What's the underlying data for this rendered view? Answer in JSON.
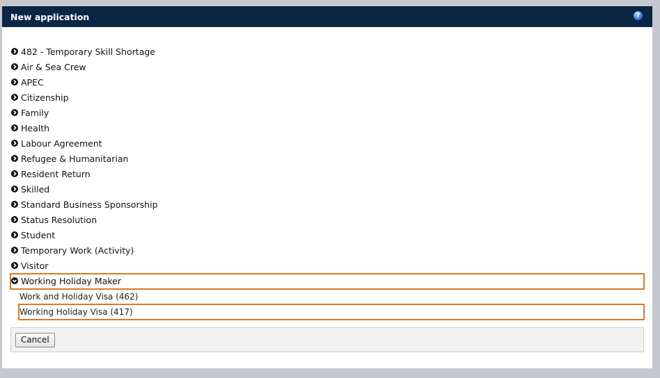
{
  "dialog": {
    "title": "New application",
    "help_icon": "?"
  },
  "categories": [
    {
      "label": "482 - Temporary Skill Shortage",
      "expanded": false
    },
    {
      "label": "Air & Sea Crew",
      "expanded": false
    },
    {
      "label": "APEC",
      "expanded": false
    },
    {
      "label": "Citizenship",
      "expanded": false
    },
    {
      "label": "Family",
      "expanded": false
    },
    {
      "label": "Health",
      "expanded": false
    },
    {
      "label": "Labour Agreement",
      "expanded": false
    },
    {
      "label": "Refugee & Humanitarian",
      "expanded": false
    },
    {
      "label": "Resident Return",
      "expanded": false
    },
    {
      "label": "Skilled",
      "expanded": false
    },
    {
      "label": "Standard Business Sponsorship",
      "expanded": false
    },
    {
      "label": "Status Resolution",
      "expanded": false
    },
    {
      "label": "Student",
      "expanded": false
    },
    {
      "label": "Temporary Work (Activity)",
      "expanded": false
    },
    {
      "label": "Visitor",
      "expanded": false
    },
    {
      "label": "Working Holiday Maker",
      "expanded": true
    }
  ],
  "subitems": [
    {
      "label": "Work and Holiday Visa (462)"
    },
    {
      "label": "Working Holiday Visa (417)"
    }
  ],
  "footer": {
    "cancel_label": "Cancel"
  },
  "colors": {
    "titlebar": "#0b2545",
    "highlight": "#d97a22",
    "background": "#c7c7cf"
  },
  "icons": {
    "collapsed": "chevron-right-circle-icon",
    "expanded": "chevron-down-circle-icon",
    "help": "help-icon"
  }
}
